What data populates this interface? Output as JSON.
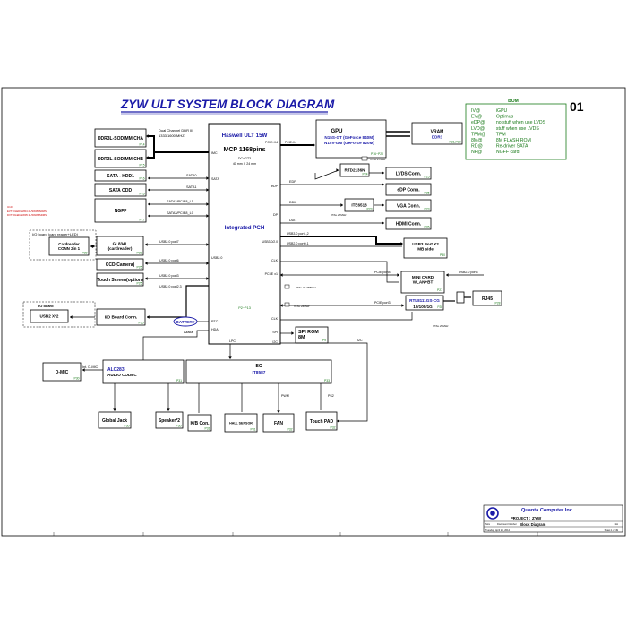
{
  "title": "ZYW ULT SYSTEM BLOCK DIAGRAM",
  "page_number": "01",
  "bom": {
    "heading": "BOM",
    "lines": [
      {
        "code": "IV@",
        "desc": ": iGPU"
      },
      {
        "code": "EV@",
        "desc": ": Optimus"
      },
      {
        "code": "eDP@",
        "desc": ": no stuff when use LVDS"
      },
      {
        "code": "LVD@",
        "desc": ": stuff when use LVDS"
      },
      {
        "code": "TPM@",
        "desc": ": TPM"
      },
      {
        "code": "8M@",
        "desc": ": 8M FLASH ROM"
      },
      {
        "code": "RD@",
        "desc": ": Re-driver SATA"
      },
      {
        "code": "NF@",
        "desc": ": NGFF card"
      }
    ]
  },
  "cpu": {
    "name": "Haswell ULT 15W",
    "pins": "MCP 1168pins",
    "package": "DC+GT3",
    "size": "40 mm X 24 mm",
    "pch": "Integrated  PCH",
    "pages": "P2~P13",
    "ports": {
      "imc": "IMC",
      "sata": "SATA",
      "usb2": "USB2.0",
      "rtc": "RTC",
      "hda": "HDA",
      "lpc": "LPC",
      "pcie_x4": "PCIE-X4",
      "edp": "eDP",
      "dp": "DP",
      "usb3": "USB3.0/2.0",
      "clk": "CLK",
      "pcie_x1": "PCI-E x1",
      "spi": "SPI",
      "i2c": "I2C"
    }
  },
  "blocks": {
    "ddr_a": {
      "name": "DDR3L-SODIMM CHA",
      "page": "P14"
    },
    "ddr_b": {
      "name": "DDR3L-SODIMM CHB",
      "page": "P15"
    },
    "ddr_note1": "Dual Channel DDR III",
    "ddr_note2": "1333/1600 MHZ",
    "sata_hdd": {
      "name": "SATA - HDD1",
      "page": "P16"
    },
    "sata_odd": {
      "name": "SATA ODD",
      "page": "P16"
    },
    "ngff": {
      "name": "NGFF",
      "page": "P17"
    },
    "cardreader": {
      "name": "Cardreader\nCONN 2in 1",
      "page": "P29"
    },
    "gl834l": {
      "name": "GL834L\n(cardreader)",
      "page": "P30"
    },
    "io_board1": "I/O board (card reader+LED)",
    "ccd": {
      "name": "CCD(Camera)",
      "page": "P25"
    },
    "touch": {
      "name": "Touch Screen(option)",
      "page": "P25"
    },
    "io_board2": "I/O board",
    "usb2x2": {
      "name": "USB2 X*2",
      "page": ""
    },
    "io_conn": {
      "name": "I/O Board Conn.",
      "page": "P30"
    },
    "battery": "BATTERY",
    "gpu": {
      "name": "GPU",
      "line1": "N15S-GT (GeForce 840M)",
      "line2": "N15V-GM (GeForce 820M)",
      "page": "P16~P20"
    },
    "vram": {
      "name": "VRAM",
      "sub": "DDR3",
      "page": "P21,P22"
    },
    "rtd": {
      "name": "RTD2136N",
      "page": "P24"
    },
    "lvds": {
      "name": "LVDS Conn.",
      "page": "P25"
    },
    "edp_conn": {
      "name": "eDP Conn.",
      "page": "P25"
    },
    "ite": {
      "name": "ITE6513",
      "page": "P23"
    },
    "vga": {
      "name": "VGA Conn.",
      "page": "P23"
    },
    "hdmi": {
      "name": "HDMI Conn.",
      "page": "P26"
    },
    "usb3": {
      "name": "USB3 Port X2\nMB side",
      "page": "P30"
    },
    "minicard": {
      "name": "MINI CARD\nWLAN+BT",
      "page": "P27"
    },
    "rtl": {
      "name": "RTL8111GS-CG",
      "sub": "10/100/1G",
      "page": "P28"
    },
    "rj45": {
      "name": "RJ45",
      "page": "P28"
    },
    "spirom": {
      "name": "SPI ROM\n8M",
      "page": "P9"
    },
    "dmic": {
      "name": "D-MIC",
      "page": "P30"
    },
    "alc": {
      "name": "ALC283",
      "sub": "AUDIO CODEC",
      "page": "P31"
    },
    "ec": {
      "name": "EC",
      "sub": "IT8587",
      "page": "P33"
    },
    "global_jack": {
      "name": "Global Jack",
      "page": "P30"
    },
    "speaker": {
      "name": "Speaker*2",
      "page": "P30"
    },
    "kb": {
      "name": "K/B Con.",
      "page": "P31"
    },
    "hall": {
      "name": "HALL SENSOR",
      "page": "P31"
    },
    "fan": {
      "name": "FAN",
      "page": "P32"
    },
    "touchpad": {
      "name": "Touch PAD",
      "page": "P32"
    }
  },
  "signals": {
    "sata0": "SATA0",
    "sata1": "SATA1",
    "sata2": "SATA2/PCIE8_L1",
    "sata3": "SATA3/PCIE8_L0",
    "usb2_p7": "USB2.0 port7",
    "usb2_p6": "USB2.0 port6",
    "usb2_p3": "USB2.0 port3",
    "usb2_p2": "USB2.0 port2,3",
    "usb2_p4": "USB2.0 port4",
    "usb3_p12": "USB3.0 port1,2",
    "usb2_p01": "USB2.0 port0,1",
    "pcie_p4": "PCIE port4",
    "pcie_p3": "PCIE port3",
    "edp": "EDP",
    "ddi2": "DDI2",
    "ddi1": "DDI1",
    "pwm": "PWM",
    "ps2": "PS2",
    "i2c": "I2C",
    "int_dmic": "Int. D-MIC",
    "azalia": "Azalia",
    "xtal_27": "XTAL 27MHz",
    "xtal_25": "XTAL 25MHz",
    "xtal_32k": "XTAL 32.768KHz",
    "xtal_24": "XTAL 24MHz",
    "xtal_27b": "XTAL 27MHz",
    "xtal_25b": "XTAL 25MHz"
  },
  "revision_notes": {
    "label": "U10",
    "line1": "EVT: OLED/SW04 2L/SW05 SDMS",
    "line2": "DVT: OLED/SW05 2L/SW05 SDMS"
  },
  "title_block": {
    "company": "Quanta Computer Inc.",
    "project_label": "PROJECT :",
    "project": "ZYW",
    "doc_title": "Block Diagram",
    "date": "Tuesday, April 29, 2014",
    "size": "Size",
    "doc_number": "Document Number",
    "rev": "Rev",
    "rev_value": "1A",
    "sheet": "Sheet 1 of 49"
  }
}
